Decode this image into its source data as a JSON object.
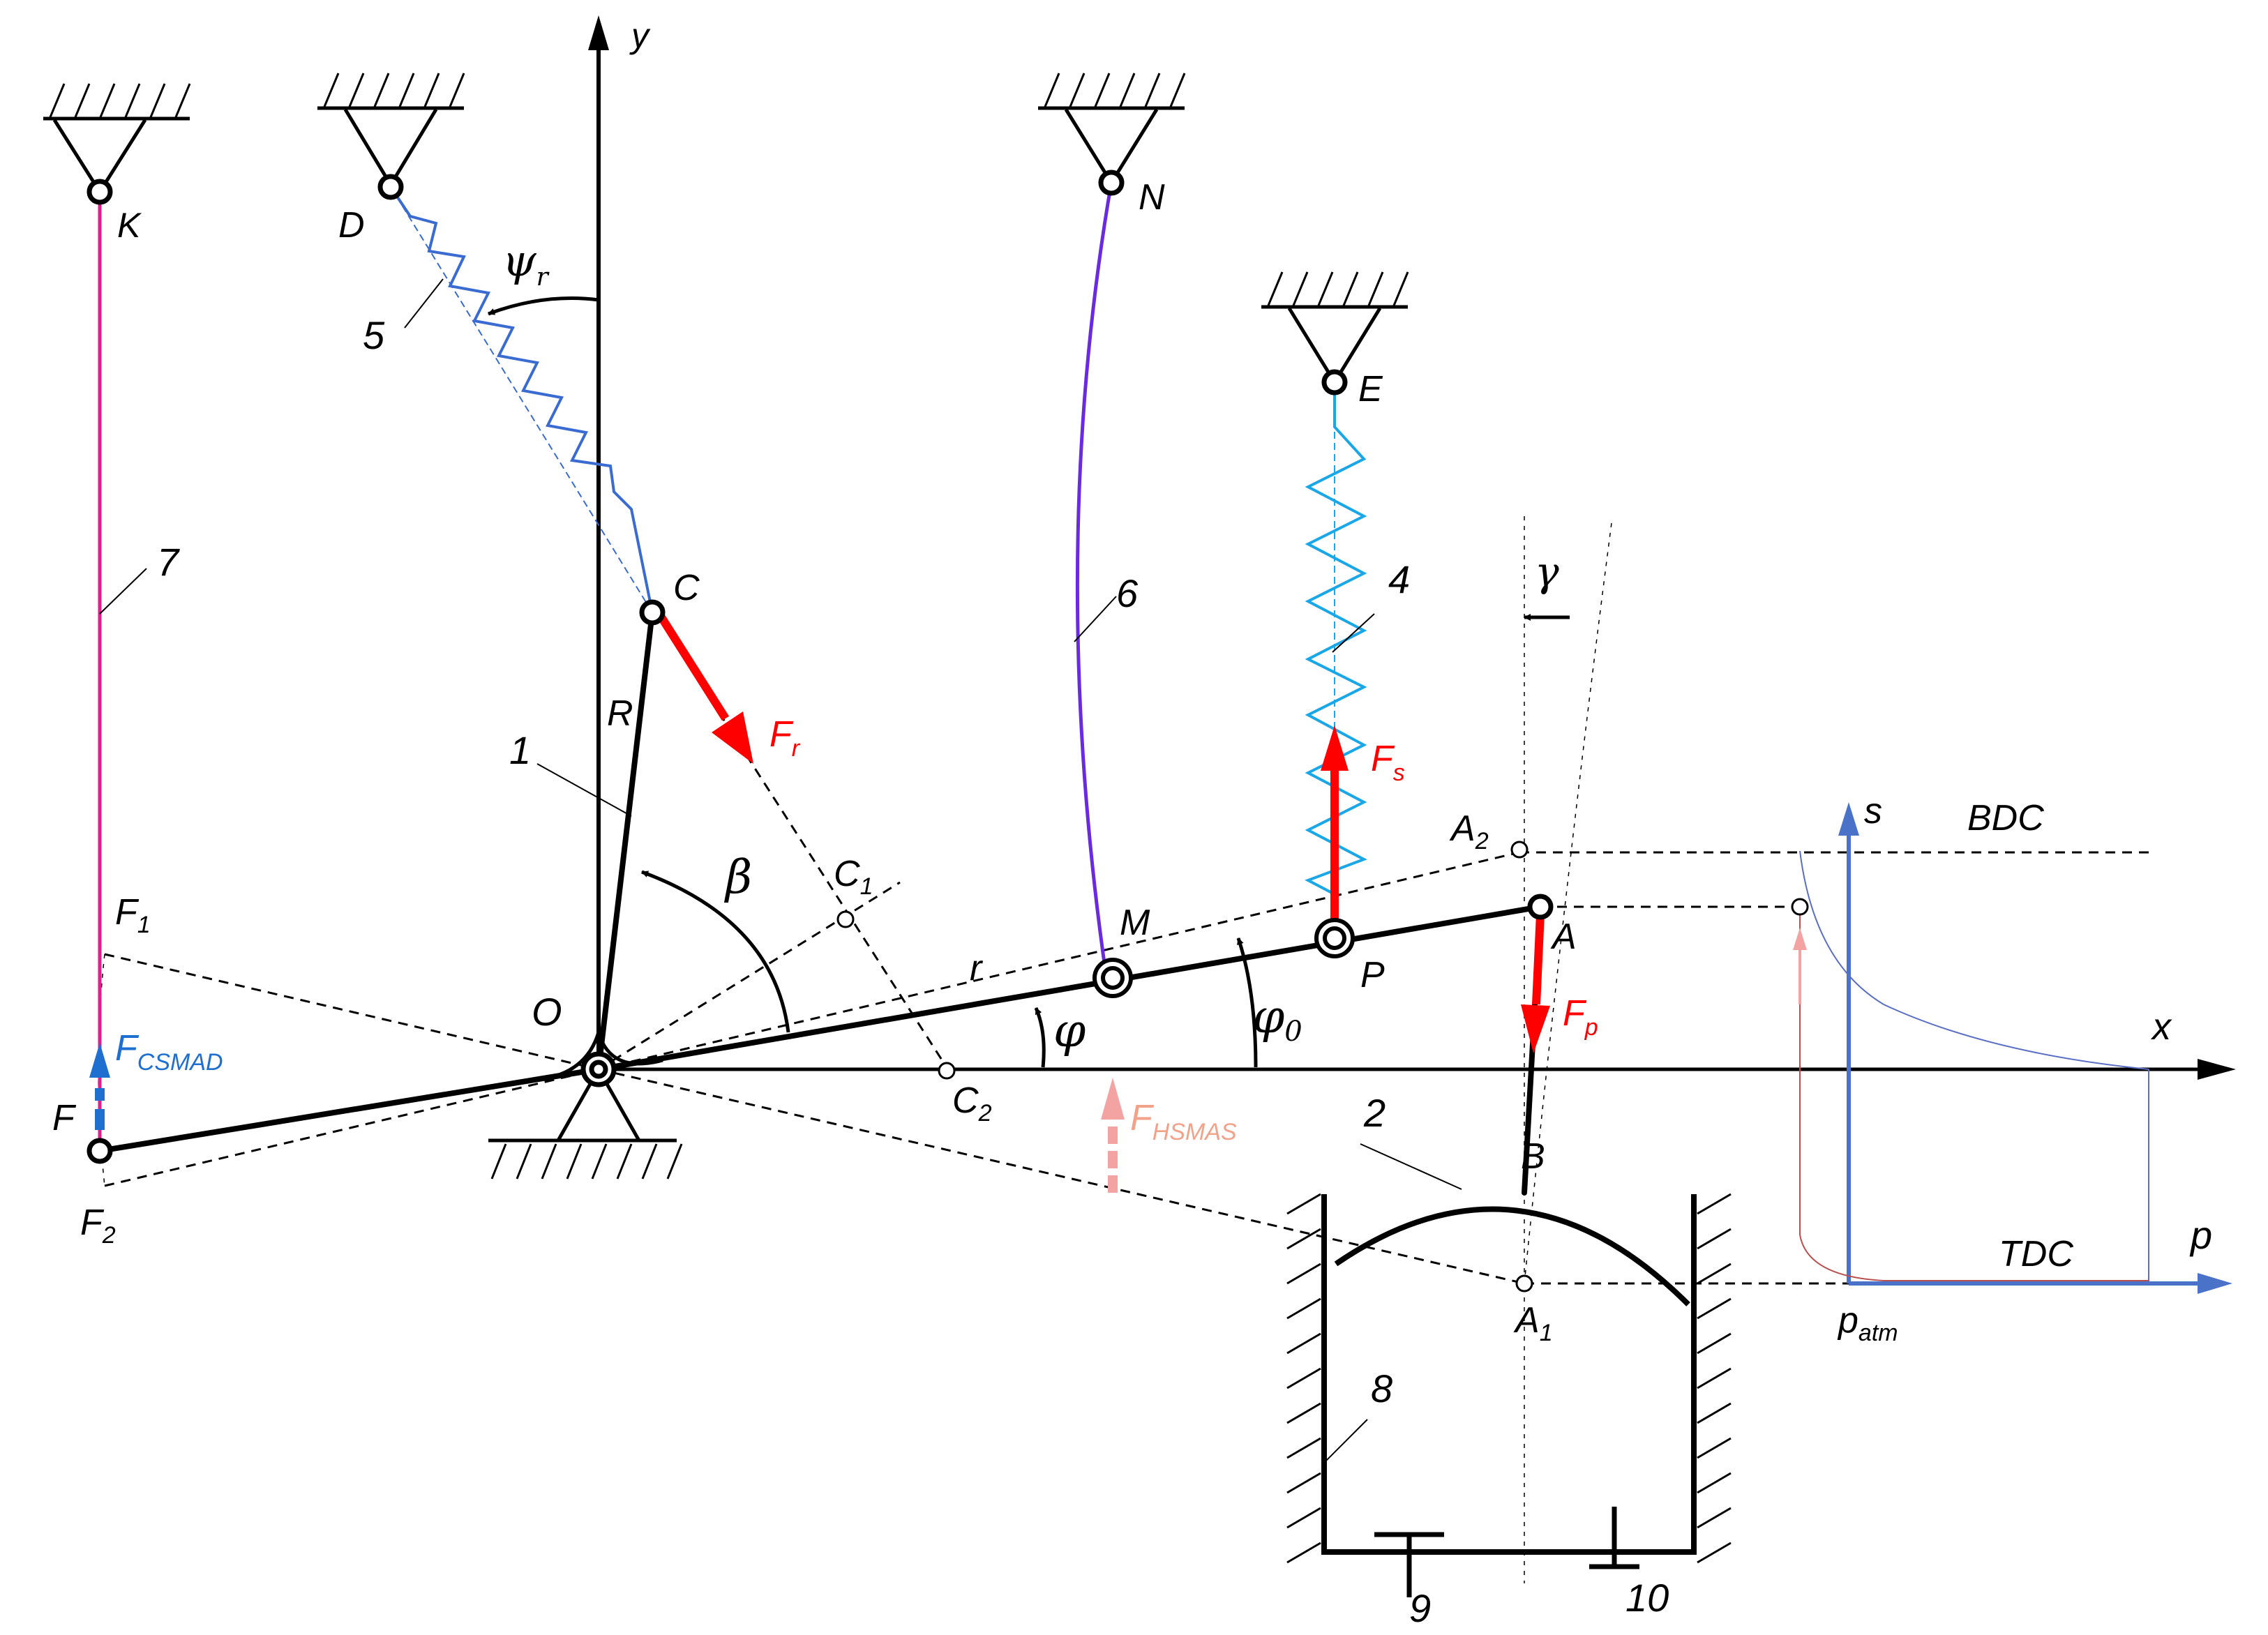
{
  "labels": {
    "y": "y",
    "x": "x",
    "O": "O",
    "K": "K",
    "D": "D",
    "N": "N",
    "E": "E",
    "C": "C",
    "C1": "C",
    "C1_sub": "1",
    "C2": "C",
    "C2_sub": "2",
    "F": "F",
    "F1": "F",
    "F1_sub": "1",
    "F2": "F",
    "F2_sub": "2",
    "M": "M",
    "P": "P",
    "A": "A",
    "A1": "A",
    "A1_sub": "1",
    "A2": "A",
    "A2_sub": "2",
    "B": "B",
    "R": "R",
    "r": "r",
    "psi": "ψ",
    "psi_sub": "r",
    "beta": "β",
    "phi": "φ",
    "phi0": "φ",
    "phi0_sub": "0",
    "gamma": "γ",
    "n1": "1",
    "n2": "2",
    "n4": "4",
    "n5": "5",
    "n6": "6",
    "n7": "7",
    "n8": "8",
    "n9": "9",
    "n10": "10",
    "Fr": "F",
    "Fr_sub": "r",
    "Fs": "F",
    "Fs_sub": "s",
    "Fp": "F",
    "Fp_sub": "p",
    "Fcsmad": "F",
    "Fcsmad_sub": "CSMAD",
    "Fhsmas": "F",
    "Fhsmas_sub": "HSMAS",
    "s": "s",
    "p": "p",
    "BDC": "BDC",
    "TDC": "TDC",
    "patm": "p",
    "patm_sub": "atm"
  },
  "colors": {
    "force_red": "#ff0000",
    "force_blue": "#1f6fd1",
    "force_pink": "#f4a3a3",
    "spring5": "#3a6bd1",
    "spring4": "#1aa7e8",
    "wire6": "#6a2be0",
    "wire7": "#e0208c",
    "curve_blue": "#5a6fc4",
    "curve_red": "#b85050"
  }
}
